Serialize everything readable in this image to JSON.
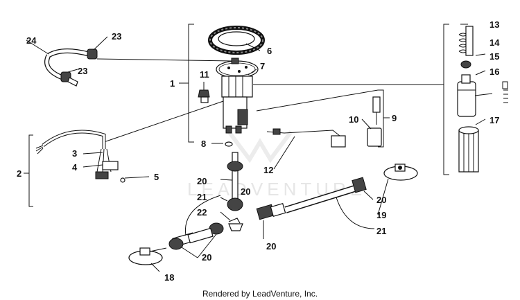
{
  "watermark": "LEADVENTURE",
  "credit": "Rendered by LeadVenture, Inc.",
  "callouts": {
    "c1": "1",
    "c2": "2",
    "c3": "3",
    "c4": "4",
    "c5": "5",
    "c6": "6",
    "c7": "7",
    "c8": "8",
    "c9": "9",
    "c10": "10",
    "c11": "11",
    "c12": "12",
    "c13": "13",
    "c14": "14",
    "c15": "15",
    "c16": "16",
    "c17": "17",
    "c18": "18",
    "c19": "19",
    "c20a": "20",
    "c20b": "20",
    "c20c": "20",
    "c20d": "20",
    "c20e": "20",
    "c21a": "21",
    "c21b": "21",
    "c22": "22",
    "c23a": "23",
    "c23b": "23",
    "c24": "24"
  }
}
